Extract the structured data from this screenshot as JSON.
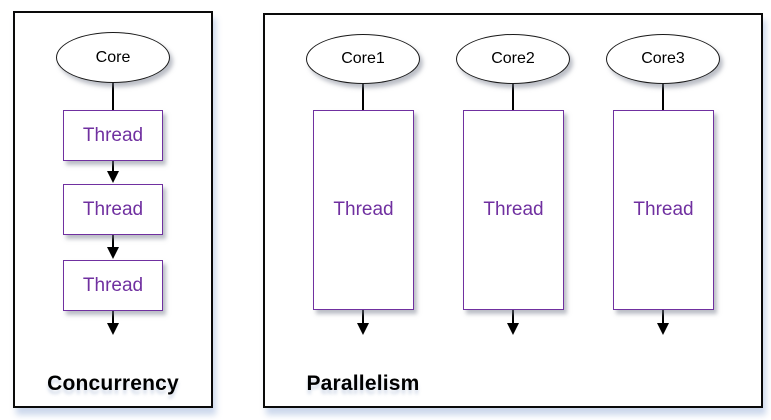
{
  "diagram": {
    "left_panel": {
      "title": "Concurrency",
      "core": "Core",
      "threads": [
        "Thread",
        "Thread",
        "Thread"
      ]
    },
    "right_panel": {
      "title": "Parallelism",
      "columns": [
        {
          "core": "Core1",
          "thread": "Thread"
        },
        {
          "core": "Core2",
          "thread": "Thread"
        },
        {
          "core": "Core3",
          "thread": "Thread"
        }
      ]
    },
    "colors": {
      "accent_purple": "#7030A0",
      "shape_border_black": "#1a1a1a",
      "panel_shadow_blue": "#c6d4ea"
    }
  }
}
